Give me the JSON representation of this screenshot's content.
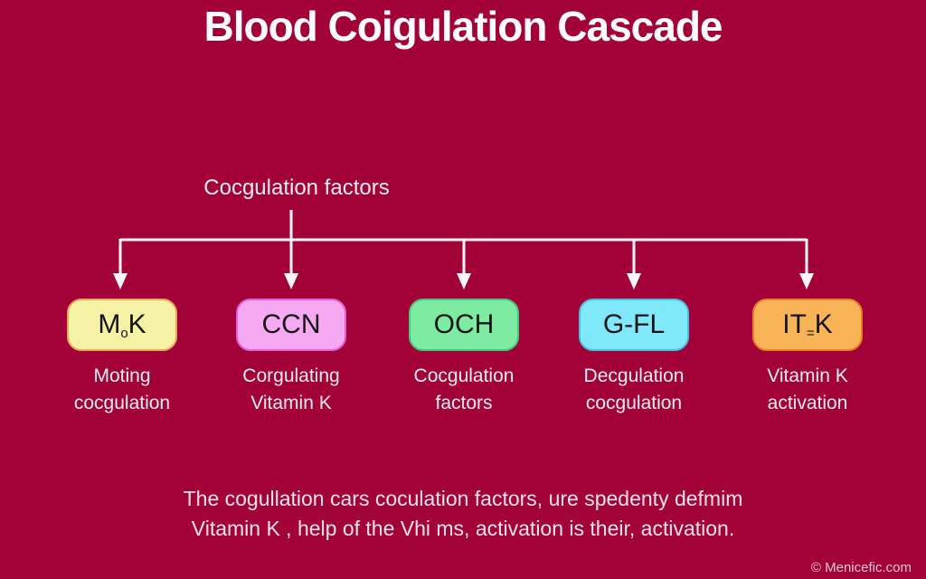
{
  "title": "Blood Coigulation Cascade",
  "root_label": "Cocgulation factors",
  "nodes": [
    {
      "code_pre": "M",
      "code_sub": "o",
      "code_post": "K",
      "fill": "#F5F2A6",
      "border": "#E9A95B",
      "label_line1": "Moting",
      "label_line2": "cocgulation"
    },
    {
      "code_pre": "CCN",
      "code_sub": "",
      "code_post": "",
      "fill": "#F5A9F3",
      "border": "#E55FD6",
      "label_line1": "Corgulating",
      "label_line2": "Vitamin K"
    },
    {
      "code_pre": "OCH",
      "code_sub": "",
      "code_post": "",
      "fill": "#7DEBA2",
      "border": "#45C87E",
      "label_line1": "Cocgulation",
      "label_line2": "factors"
    },
    {
      "code_pre": "G-FL",
      "code_sub": "",
      "code_post": "",
      "fill": "#80E9F9",
      "border": "#47BFDF",
      "label_line1": "Decgulation",
      "label_line2": "cocgulation"
    },
    {
      "code_pre": "IT",
      "code_sub": "=",
      "code_post": "K",
      "fill": "#F8B357",
      "border": "#E77E28",
      "label_line1": "Vitamin K",
      "label_line2": "activation"
    }
  ],
  "caption": {
    "line1": "The cogullation cars coculation factors, ure spedenty defmim",
    "line2": "Vitamin K , help of the Vhi ms, activation is their, activation."
  },
  "watermark": "© Menicefic.com",
  "colors": {
    "background": "#A30239",
    "line": "#FAF5F7",
    "title_text": "#FDFBFC",
    "label_text": "#F7EEF1",
    "caption_text": "#F4E3E9",
    "box_text": "#151515"
  }
}
